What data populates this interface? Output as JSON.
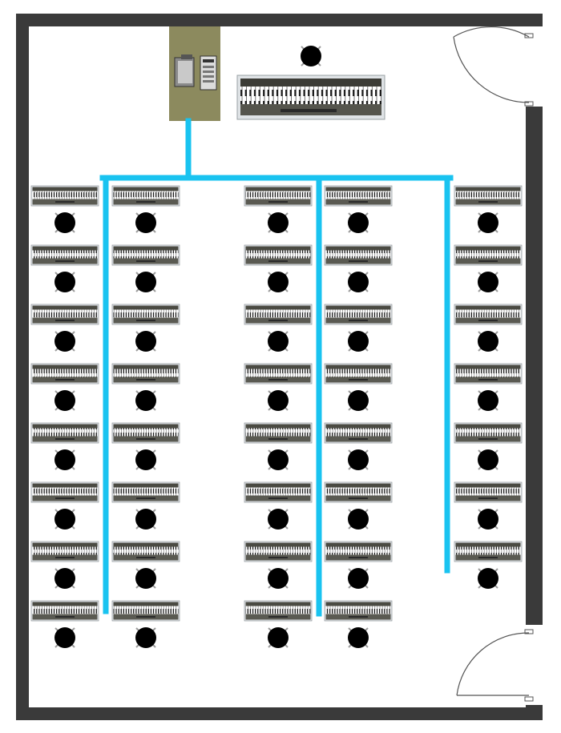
{
  "colors": {
    "wall": "#3a3a3a",
    "floor": "#ffffff",
    "cable": "#19c3f0",
    "podium": "#8c8a5e",
    "piano_body": "#4a4a42",
    "piano_frame": "#dfe3e6",
    "stool": "#000000",
    "stool_leg": "#9a9a9a",
    "door_line": "#555555"
  },
  "room": {
    "stations": {
      "columns": [
        {
          "id": "col-1",
          "rows": 8
        },
        {
          "id": "col-2",
          "rows": 8
        },
        {
          "id": "col-3",
          "rows": 8
        },
        {
          "id": "col-4",
          "rows": 8
        },
        {
          "id": "col-5",
          "rows": 7
        }
      ]
    },
    "teacher_station": {
      "components": [
        "podium",
        "computer-monitor",
        "mixer-console",
        "teacher-stool",
        "teacher-piano"
      ]
    },
    "doors": [
      "top-right-door",
      "bottom-right-door"
    ],
    "cable_branches": 4
  }
}
